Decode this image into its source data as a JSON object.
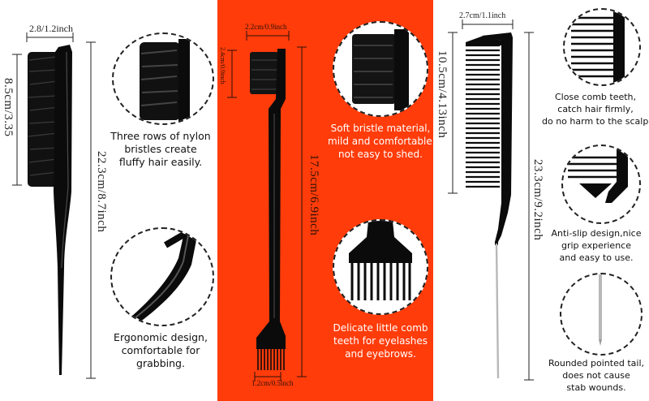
{
  "left_brush": {
    "dims": {
      "width": "2.8/1.2inch",
      "head_height": "8.5cm/3.35",
      "total_length": "22.3cm/8.7inch"
    },
    "features": [
      {
        "lines": [
          "Three rows of nylon",
          "bristles create",
          "fluffy hair easily."
        ]
      },
      {
        "lines": [
          "Ergonomic design,",
          "comfortable for",
          "grabbing."
        ]
      }
    ]
  },
  "middle_brush": {
    "dims": {
      "top_width": "2.2cm/0.9inch",
      "bristle_height": "2.4cm/0.9inch",
      "total_length": "17.5cm/6.9inch",
      "bottom_width": "1.2cm/0.5inch"
    },
    "features": [
      {
        "lines": [
          "Soft bristle material,",
          "mild and comfortable.",
          "not easy to shed."
        ]
      },
      {
        "lines": [
          "Delicate little comb",
          "teeth for eyelashes",
          "and eyebrows."
        ]
      }
    ]
  },
  "right_comb": {
    "dims": {
      "width": "2.7cm/1.1inch",
      "head_height": "10.5cm/4.13inch",
      "total_length": "23.3cm/9.2inch"
    },
    "features": [
      {
        "lines": [
          "Close comb teeth,",
          "catch hair firmly,",
          "do no harm to the scalp."
        ]
      },
      {
        "lines": [
          "Anti-slip design,nice",
          "grip experience",
          "and easy to use."
        ]
      },
      {
        "lines": [
          "Rounded pointed tail,",
          "does not cause",
          "stab wounds."
        ]
      }
    ]
  },
  "colors": {
    "middle_background": "#ff3c0a",
    "product": "#0b0b0b",
    "pin_tail": "#b8b8b8"
  }
}
